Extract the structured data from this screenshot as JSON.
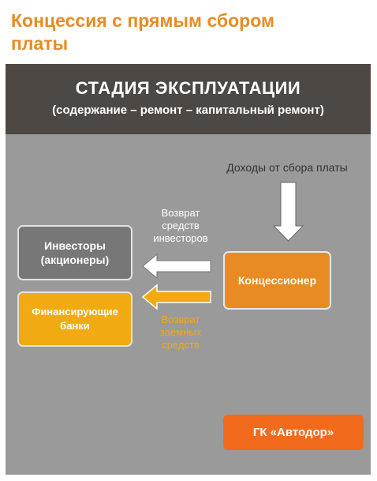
{
  "title": "Концессия с прямым сбором\nплаты",
  "header": {
    "title": "СТАДИЯ ЭКСПЛУАТАЦИИ",
    "subtitle": "(содержание – ремонт – капитальный ремонт)"
  },
  "income": {
    "label": "Доходы от сбора платы"
  },
  "boxes": {
    "investors": "Инвесторы\n(акционеры)",
    "banks": "Финансирующие\nбанки",
    "concessioner": "Концессионер",
    "avtodor": "ГК «Автодор»"
  },
  "flows": {
    "investor_return": "Возврат\nсредств\nинвесторов",
    "loan_return": "Возврат\nзаемных\nсредств"
  },
  "colors": {
    "accent_orange": "#e88b22",
    "yellow": "#f2aa12",
    "dark_header": "#4e4844",
    "panel_gray": "#9a9a9a",
    "avtodor_orange": "#f26b1d"
  }
}
